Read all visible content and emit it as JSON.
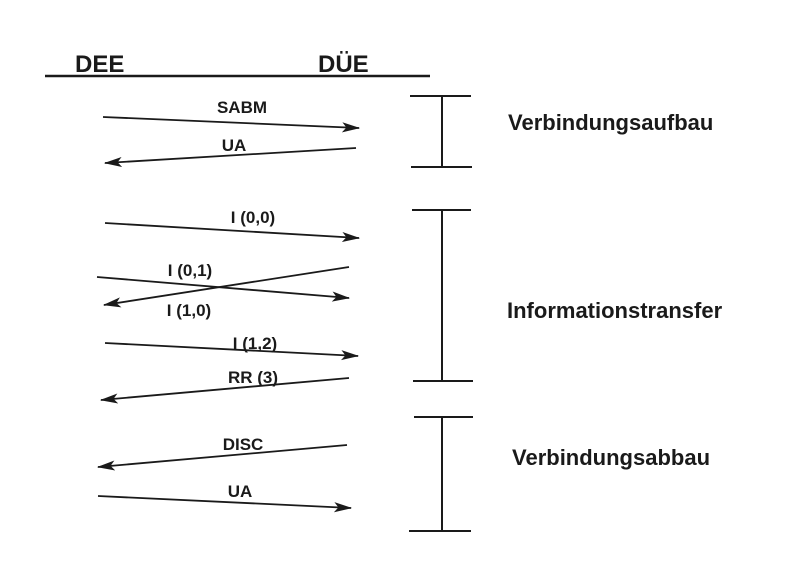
{
  "diagram": {
    "type": "protocol-sequence-diagram",
    "endpoints": {
      "left": "DEE",
      "right": "DÜE"
    },
    "messages": [
      {
        "label": "SABM",
        "from": "DEE",
        "to": "DÜE"
      },
      {
        "label": "UA",
        "from": "DÜE",
        "to": "DEE"
      },
      {
        "label": "I (0,0)",
        "from": "DEE",
        "to": "DÜE"
      },
      {
        "label": "I (0,1)",
        "from": "DEE",
        "to": "DÜE"
      },
      {
        "label": "I (1,0)",
        "from": "DÜE",
        "to": "DEE"
      },
      {
        "label": "I (1,2)",
        "from": "DEE",
        "to": "DÜE"
      },
      {
        "label": "RR (3)",
        "from": "DÜE",
        "to": "DEE"
      },
      {
        "label": "DISC",
        "from": "DÜE",
        "to": "DEE"
      },
      {
        "label": "UA",
        "from": "DEE",
        "to": "DÜE"
      }
    ],
    "phases": [
      {
        "label": "Verbindungsaufbau"
      },
      {
        "label": "Informationstransfer"
      },
      {
        "label": "Verbindungsabbau"
      }
    ],
    "colors": {
      "ink": "#1a1a1a",
      "background": "#ffffff"
    }
  }
}
